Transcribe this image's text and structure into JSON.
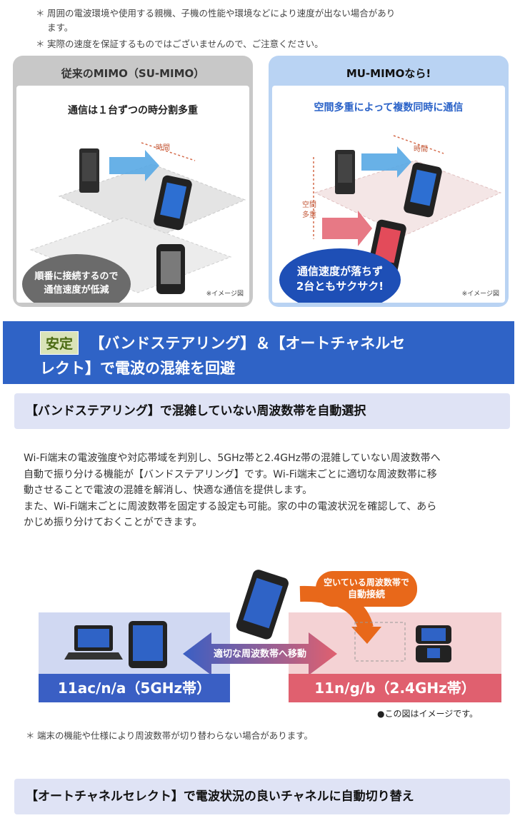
{
  "notes_top": [
    {
      "mark": "＊",
      "text": "周囲の電波環境や使用する親機、子機の性能や環境などにより速度が出ない場合があり"
    },
    {
      "mark": "",
      "text": "ます。"
    },
    {
      "mark": "＊",
      "text": "実際の速度を保証するものではございませんので、ご注意ください。"
    }
  ],
  "su_mimo": {
    "title": "従来のMIMO（SU-MIMO）",
    "subtitle": "通信は１台ずつの時分割多重",
    "time_label": "時間",
    "bubble": [
      "順番に接続するので",
      "通信速度が低減"
    ],
    "image_note": "※イメージ図"
  },
  "mu_mimo": {
    "title": "MU-MIMOなら!",
    "subtitle": "空間多重によって複数同時に通信",
    "time_label": "時間",
    "space_label": [
      "空間",
      "多重"
    ],
    "bubble": [
      "通信速度が落ちず",
      "2台ともサクサク!"
    ],
    "image_note": "※イメージ図"
  },
  "banner": {
    "badge": "安定",
    "line1": "【バンドステアリング】＆【オートチャネルセ",
    "line2": "レクト】で電波の混雑を回避"
  },
  "band_steering": {
    "heading": "【バンドステアリング】で混雑していない周波数帯を自動選択",
    "paragraph": [
      "Wi-Fi端末の電波強度や対応帯域を判別し、5GHz帯と2.4GHz帯の混雑していない周波数帯へ",
      "自動で振り分ける機能が【バンドステアリング】です。Wi-Fi端末ごとに適切な周波数帯に移",
      "動させることで電波の混雑を解消し、快適な通信を提供します。",
      "また、Wi-Fi端末ごとに周波数帯を固定する設定も可能。家の中の電波状況を確認して、あら",
      "かじめ振り分けておくことができます。"
    ]
  },
  "diagram": {
    "callout": [
      "空いている周波数帯で",
      "自動接続"
    ],
    "arrow_label": "適切な周波数帯へ移動",
    "band_5g": "11ac/n/a（5GHz帯）",
    "band_24g": "11n/g/b（2.4GHz帯）",
    "image_note": "●この図はイメージです。",
    "colors": {
      "band_5g": "#3a5fc4",
      "band_24g": "#e0606f",
      "callout": "#e8681a"
    }
  },
  "note_bottom": {
    "mark": "＊",
    "text": "端末の機能や仕様により周波数帯が切り替わらない場合があります。"
  },
  "auto_channel": {
    "heading": "【オートチャネルセレクト】で電波状況の良いチャネルに自動切り替え"
  },
  "colors": {
    "banner": "#2f63c6",
    "subhead_bg": "#dfe3f5",
    "su_panel": "#c8c8c8",
    "mu_panel": "#b9d3f3"
  }
}
